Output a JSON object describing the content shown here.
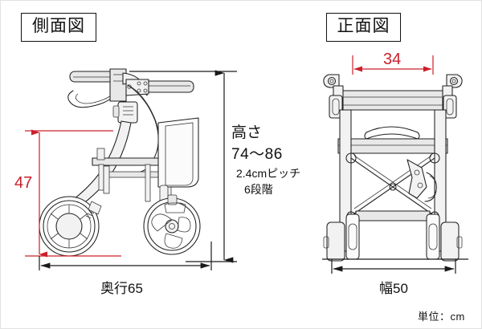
{
  "document": {
    "kind": "technical-dimension-drawing",
    "subject": "folding rollator walker",
    "unit_note": "単位：cm"
  },
  "views": {
    "side": {
      "label": "側面図",
      "dimensions": {
        "seat_height": {
          "value": "47",
          "color": "#c9202b",
          "orientation": "vertical"
        },
        "overall_height": {
          "title": "高さ",
          "range": "74〜86",
          "pitch": "2.4cmピッチ",
          "steps": "6段階",
          "color": "#1a1a1a",
          "orientation": "vertical"
        },
        "depth": {
          "label": "奥行65",
          "value": "65",
          "color": "#1a1a1a",
          "orientation": "horizontal"
        }
      }
    },
    "front": {
      "label": "正面図",
      "dimensions": {
        "handle_span": {
          "value": "34",
          "color": "#c9202b",
          "orientation": "horizontal"
        },
        "width": {
          "label": "幅50",
          "value": "50",
          "color": "#1a1a1a",
          "orientation": "horizontal"
        }
      }
    }
  },
  "colors": {
    "red_dimension": "#c9202b",
    "black_dimension": "#1a1a1a",
    "ink": "#1f1f1f",
    "page_background": "#ffffff",
    "border": "#e2e2e2"
  }
}
